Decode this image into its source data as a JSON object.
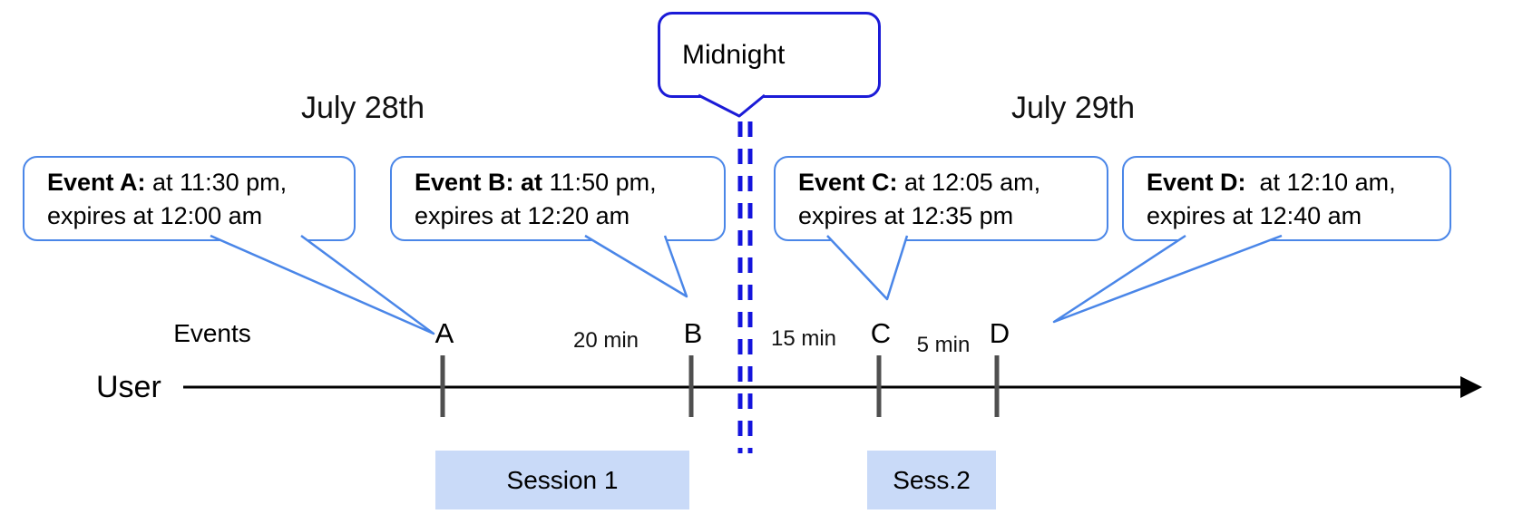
{
  "dates": {
    "left": "July 28th",
    "right": "July 29th"
  },
  "midnight": {
    "label": "Midnight"
  },
  "axis": {
    "events_label": "Events",
    "user_label": "User"
  },
  "events": [
    {
      "tick": "A",
      "bold": "Event A:",
      "rest": " at 11:30 pm,",
      "line2": "expires at 12:00 am"
    },
    {
      "tick": "B",
      "bold": "Event B: at",
      "rest": " 11:50 pm,",
      "line2": "expires at 12:20 am"
    },
    {
      "tick": "C",
      "bold": "Event C:",
      "rest": " at 12:05 am,",
      "line2": "expires at 12:35 pm"
    },
    {
      "tick": "D",
      "bold": "Event D:",
      "rest": "  at 12:10 am,",
      "line2": "expires at 12:40 am"
    }
  ],
  "gaps": [
    {
      "label": "20 min"
    },
    {
      "label": "15 min"
    },
    {
      "label": "5 min"
    }
  ],
  "sessions": [
    {
      "label": "Session 1"
    },
    {
      "label": "Sess.2"
    }
  ],
  "colors": {
    "callout_border": "#4a86e8",
    "midnight_border": "#1b1bd7",
    "dashed_line": "#1414dd",
    "session_fill": "#c9daf8",
    "tick": "#4f4f4f",
    "timeline": "#000000"
  }
}
